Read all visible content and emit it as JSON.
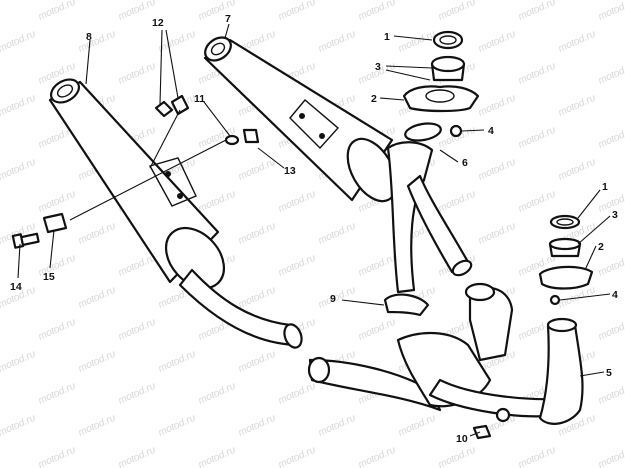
{
  "watermark": "motod.ru",
  "callouts": [
    {
      "id": "1a",
      "label": "1"
    },
    {
      "id": "3a",
      "label": "3"
    },
    {
      "id": "2a",
      "label": "2"
    },
    {
      "id": "4a",
      "label": "4"
    },
    {
      "id": "6",
      "label": "6"
    },
    {
      "id": "7",
      "label": "7"
    },
    {
      "id": "8",
      "label": "8"
    },
    {
      "id": "12",
      "label": "12"
    },
    {
      "id": "11",
      "label": "11"
    },
    {
      "id": "13",
      "label": "13"
    },
    {
      "id": "14",
      "label": "14"
    },
    {
      "id": "15",
      "label": "15"
    },
    {
      "id": "9",
      "label": "9"
    },
    {
      "id": "1b",
      "label": "1"
    },
    {
      "id": "3b",
      "label": "3"
    },
    {
      "id": "2b",
      "label": "2"
    },
    {
      "id": "4b",
      "label": "4"
    },
    {
      "id": "5",
      "label": "5"
    },
    {
      "id": "10",
      "label": "10"
    }
  ],
  "colors": {
    "line": "#111111",
    "background": "#ffffff",
    "watermark": "#d6d6d6"
  }
}
